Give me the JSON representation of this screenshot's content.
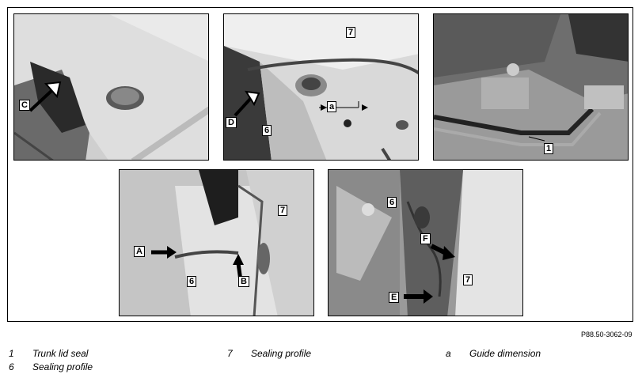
{
  "panels": {
    "p1": {
      "labels": {
        "c": "C"
      }
    },
    "p2": {
      "labels": {
        "seven": "7",
        "a": "a",
        "d": "D",
        "six": "6"
      }
    },
    "p3": {
      "labels": {
        "one": "1"
      }
    },
    "p4": {
      "labels": {
        "seven": "7",
        "a": "A",
        "six": "6",
        "b": "B"
      }
    },
    "p5": {
      "labels": {
        "six": "6",
        "f": "F",
        "seven": "7",
        "e": "E"
      }
    }
  },
  "reference_code": "P88.50-3062-09",
  "legend": [
    {
      "num": "1",
      "text": "Trunk lid seal"
    },
    {
      "num": "6",
      "text": "Sealing profile"
    },
    {
      "num": "7",
      "text": "Sealing profile"
    },
    {
      "num": "a",
      "text": "Guide dimension"
    }
  ]
}
